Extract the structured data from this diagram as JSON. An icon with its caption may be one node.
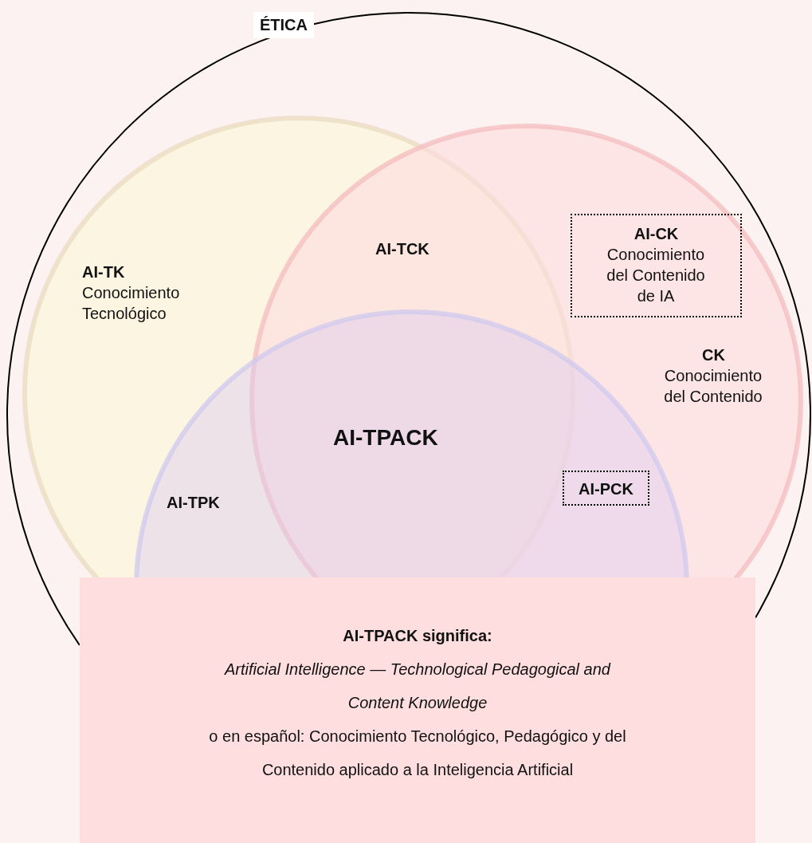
{
  "diagram": {
    "nodes": [
      {
        "text": [
          "ÉTICA"
        ]
      },
      {
        "text": [
          "AI-TK",
          "Conocimiento Tecnológico"
        ],
        "in": 0
      },
      {
        "text": [
          "CK",
          "Conocimiento del Contenido"
        ],
        "in": 0
      },
      {
        "text": [
          "AI-CK",
          "Conocimiento del Contenido de IA"
        ],
        "in": 2
      },
      {
        "text": [],
        "shape": "circle",
        "in": 0
      },
      {
        "text": [
          "AI-PCK"
        ]
      },
      {
        "text": [
          "AI-TPACK significa:",
          "Artificial Intelligence — Technological Pedagogical and Content Knowledge",
          "o en español: Conocimiento Tecnológico, Pedagógico y del Contenido aplicado a la Inteligencia Artificial"
        ]
      }
    ],
    "edges": [],
    "labels": [
      "AI-TCK",
      "AI-TPACK",
      "AI-TPK"
    ]
  }
}
